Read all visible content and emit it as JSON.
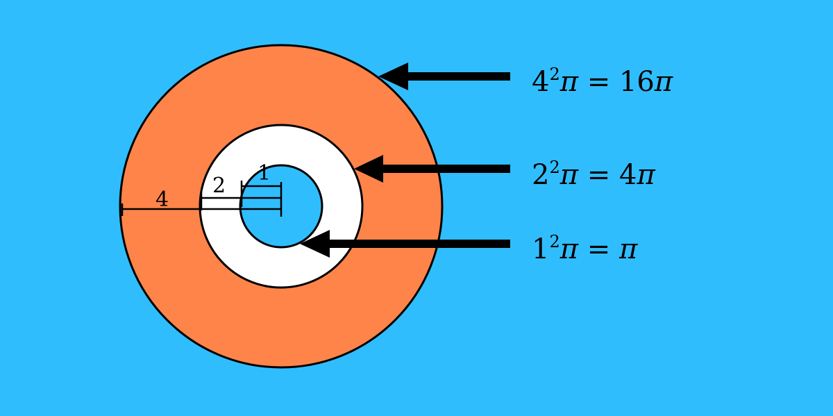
{
  "colors": {
    "background": "#30bdfd",
    "outer_ring": "#ff844a",
    "middle_ring": "#ffffff",
    "inner_disk": "#30bdfd",
    "stroke": "#000000"
  },
  "radius_labels": {
    "outer": "4",
    "middle": "2",
    "inner": "1"
  },
  "equations": {
    "outer": {
      "base": "4",
      "exp": "2",
      "pi": "π",
      "eq": " = ",
      "rhs_num": "16",
      "rhs_pi": "π"
    },
    "middle": {
      "base": "2",
      "exp": "2",
      "pi": "π",
      "eq": " = ",
      "rhs_num": "4",
      "rhs_pi": "π"
    },
    "inner": {
      "base": "1",
      "exp": "2",
      "pi": "π",
      "eq": " = ",
      "rhs_num": "",
      "rhs_pi": "π"
    }
  }
}
